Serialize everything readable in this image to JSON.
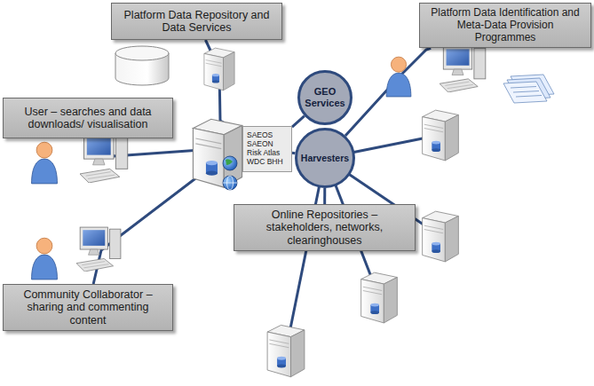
{
  "diagram": {
    "nodes": [
      {
        "text": [
          "Platform Data Repository and Data Services"
        ]
      },
      {
        "text": [
          "Platform Data Identification and Meta-Data Provision Programmes"
        ]
      },
      {
        "text": [
          "User – searches and data downloads/ visualisation"
        ]
      },
      {
        "text": [
          "GEO Services"
        ]
      },
      {
        "text": [
          "SAEOS",
          "SAEON",
          "Risk Atlas",
          "WDC BHH"
        ]
      },
      {
        "text": [
          "Harvesters"
        ]
      },
      {
        "text": [
          "Online Repositories – stakeholders, networks, clearinghouses"
        ]
      },
      {
        "text": [
          "Community Collaborator – sharing and commenting content"
        ]
      }
    ],
    "edges": [
      {
        "from": 4,
        "to": 0,
        "arrow": "none"
      },
      {
        "from": 4,
        "to": 2,
        "arrow": "none"
      },
      {
        "from": 4,
        "to": 7,
        "arrow": "none"
      },
      {
        "from": 4,
        "to": 3,
        "arrow": "none"
      },
      {
        "from": 4,
        "to": 5,
        "arrow": "none"
      },
      {
        "from": 5,
        "to": 1,
        "arrow": "none"
      },
      {
        "from": 5,
        "to": 6,
        "arrow": "none"
      }
    ]
  }
}
